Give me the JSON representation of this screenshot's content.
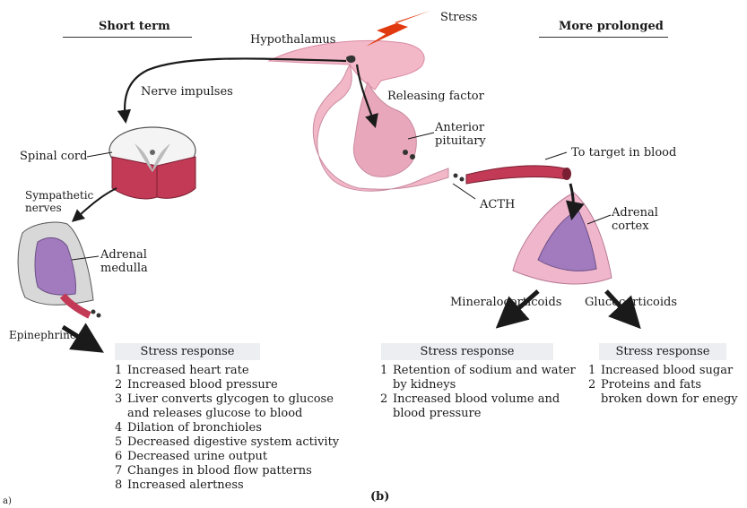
{
  "headers": {
    "short_term": "Short term",
    "more_prolonged": "More prolonged"
  },
  "labels": {
    "stress": "Stress",
    "hypothalamus": "Hypothalamus",
    "nerve_impulses": "Nerve impulses",
    "releasing_factor": "Releasing factor",
    "anterior_pituitary": "Anterior\npituitary",
    "spinal_cord": "Spinal cord",
    "sympathetic_nerves": "Sympathetic\nnerves",
    "adrenal_medulla": "Adrenal\nmedulla",
    "acth": "ACTH",
    "to_target": "To target in blood",
    "adrenal_cortex": "Adrenal\ncortex",
    "mineralocorticoids": "Mineralocorticoids",
    "glucocorticoids": "Glucocorticoids",
    "epinephrine": "Epinephrine"
  },
  "panels": {
    "short_term": {
      "title": "Stress response",
      "items": [
        "Increased heart rate",
        "Increased blood pressure",
        "Liver converts glycogen to glucose\nand releases glucose to blood",
        "Dilation of bronchioles",
        "Decreased digestive system activity",
        "Decreased urine output",
        "Changes in blood flow patterns",
        "Increased alertness"
      ]
    },
    "mineralo": {
      "title": "Stress response",
      "items": [
        "Retention of sodium and water\nby kidneys",
        "Increased blood volume and\nblood pressure"
      ]
    },
    "gluco": {
      "title": "Stress response",
      "items": [
        "Increased blood sugar",
        "Proteins and fats\nbroken down for enegy"
      ]
    }
  },
  "panel_labels": {
    "a": "a)",
    "b": "(b)"
  },
  "colors": {
    "pink": "#f2b8c8",
    "pink_dark": "#d98aa2",
    "red_vessel": "#c23a55",
    "lightning": "#e23a10",
    "purple": "#a27bbf",
    "cortex_pink": "#f0b6cc"
  }
}
